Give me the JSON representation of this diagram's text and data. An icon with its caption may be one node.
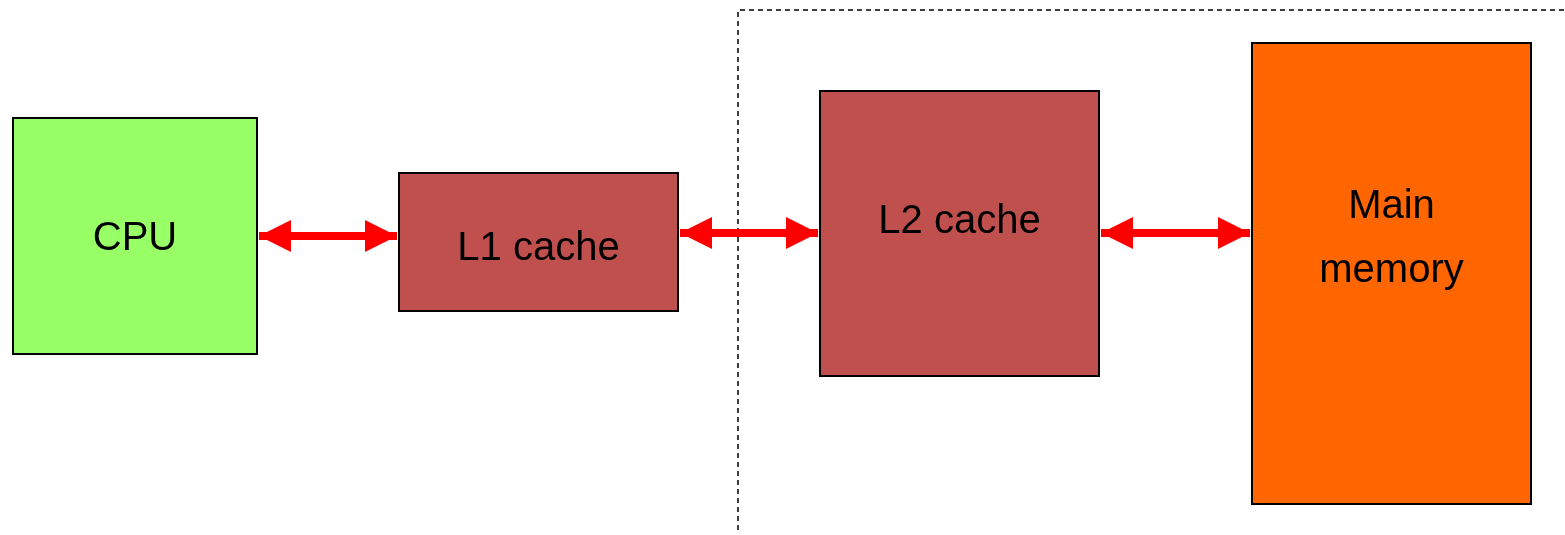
{
  "diagram": {
    "nodes": [
      {
        "text": [
          "CPU"
        ]
      },
      {
        "text": [
          "L1 cache"
        ]
      },
      {
        "text": [
          "L2 cache"
        ]
      },
      {
        "text": [
          "Main memory"
        ]
      }
    ],
    "edges": [
      {
        "from": 0,
        "to": 1,
        "arrow": "both"
      },
      {
        "from": 1,
        "to": 2,
        "arrow": "both"
      },
      {
        "from": 2,
        "to": 3,
        "arrow": "both"
      }
    ]
  }
}
